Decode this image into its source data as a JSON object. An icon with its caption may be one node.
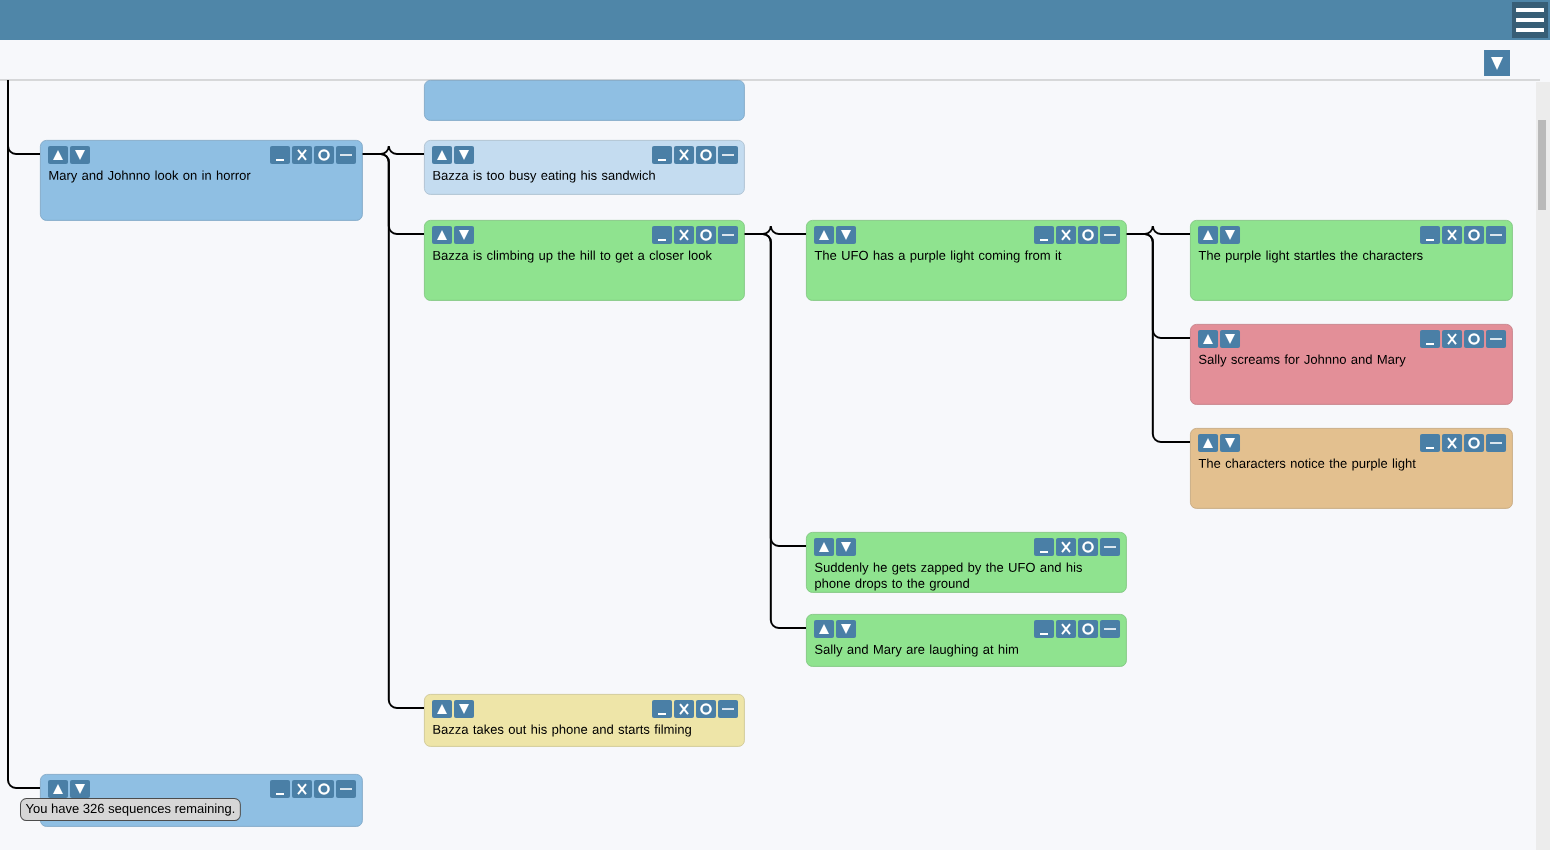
{
  "diagram": {
    "nodes": [
      {
        "text": [],
        "shape": "box"
      },
      {
        "text": [
          "Mary and Johnno look on in horror"
        ]
      },
      {
        "text": [
          "Bazza is too busy eating his sandwich"
        ]
      },
      {
        "text": [
          "Bazza is climbing up the hill to get a closer look"
        ]
      },
      {
        "text": [
          "The UFO has a purple light coming from it"
        ]
      },
      {
        "text": [
          "The purple light startles the characters"
        ]
      },
      {
        "text": [
          "Sally screams for Johnno and Mary"
        ]
      },
      {
        "text": [
          "The characters notice the purple light"
        ]
      },
      {
        "text": [
          "Suddenly he gets zapped by the UFO and his phone drops to the ground"
        ]
      },
      {
        "text": [
          "Sally and Mary are laughing at him"
        ]
      },
      {
        "text": [
          "Bazza takes out his phone and starts filming"
        ]
      },
      {
        "text": [],
        "shape": "box"
      }
    ],
    "edges": [
      {
        "from": null,
        "to": 1,
        "arrow": "none"
      },
      {
        "from": null,
        "to": 11,
        "arrow": "none"
      },
      {
        "from": 1,
        "to": 2,
        "arrow": "none"
      },
      {
        "from": 1,
        "to": 3,
        "arrow": "none"
      },
      {
        "from": 1,
        "to": 10,
        "arrow": "none"
      },
      {
        "from": 3,
        "to": 4,
        "arrow": "none"
      },
      {
        "from": 3,
        "to": 8,
        "arrow": "none"
      },
      {
        "from": 3,
        "to": 9,
        "arrow": "none"
      },
      {
        "from": 4,
        "to": 5,
        "arrow": "none"
      },
      {
        "from": 4,
        "to": 6,
        "arrow": "none"
      },
      {
        "from": 4,
        "to": 7,
        "arrow": "none"
      }
    ],
    "labels": [
      "You have 326 sequences remaining."
    ]
  }
}
